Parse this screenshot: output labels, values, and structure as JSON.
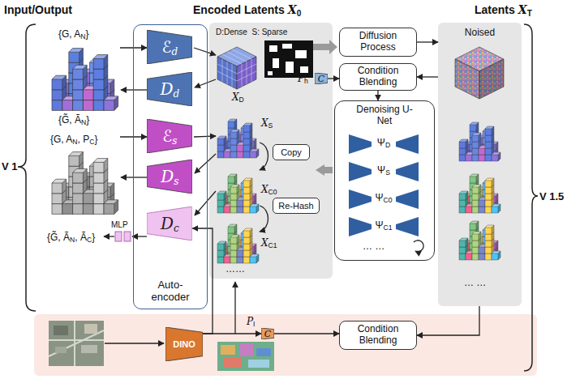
{
  "diagram": {
    "nodes": [
      {
        "text": [
          "Auto-encoder"
        ]
      },
      {
        "text": [
          "ℰ",
          "d"
        ],
        "in": 0
      },
      {
        "text": [
          "D",
          "d"
        ],
        "in": 0
      },
      {
        "text": [
          "ℰ",
          "s"
        ],
        "in": 0
      },
      {
        "text": [
          "D",
          "s"
        ],
        "in": 0
      },
      {
        "text": [
          "D",
          "c"
        ],
        "in": 0
      },
      {
        "text": [
          "Diffusion Process"
        ]
      },
      {
        "text": [
          "Condition Blending"
        ]
      },
      {
        "text": [
          "Denoising U-Net"
        ]
      },
      {
        "text": [
          "Copy"
        ]
      },
      {
        "text": [
          "Re-Hash"
        ]
      },
      {
        "text": [
          "Condition Blending"
        ]
      },
      {
        "text": [
          "DINO"
        ]
      },
      {
        "text": [
          "C"
        ]
      },
      {
        "text": [
          "C"
        ]
      },
      {
        "text": [
          "Noised"
        ]
      }
    ],
    "edges": [
      {
        "from": 6,
        "to": 15,
        "arrow": "to"
      },
      {
        "from": 15,
        "to": 7,
        "arrow": "to"
      },
      {
        "from": 13,
        "to": 7,
        "arrow": "to"
      },
      {
        "from": 7,
        "to": 8,
        "arrow": "to"
      },
      {
        "from": 12,
        "to": 14,
        "arrow": "to"
      },
      {
        "from": 12,
        "to": 5,
        "arrow": "to"
      },
      {
        "from": 14,
        "to": 11,
        "arrow": "to"
      },
      {
        "from": 15,
        "to": 11,
        "arrow": "to"
      }
    ],
    "labels": [
      "Input/Output",
      "Encoded Latents",
      "X",
      "0",
      "Latents",
      "X",
      "T",
      "D:Dense  S: Sparse",
      "{G, A",
      "N",
      "}",
      "{G̃, Ã",
      "N",
      "}",
      "{G, A",
      "N",
      ", P",
      "C",
      "}",
      "{G̃, Ã",
      "N",
      ", Ã",
      "C",
      "}",
      "MLP",
      "X",
      "D",
      "X",
      "S",
      "X",
      "C0",
      "X",
      "C1",
      "P",
      "h",
      "Ψ",
      "D",
      "Ψ",
      "S",
      "Ψ",
      "C0",
      "Ψ",
      "C1",
      "… …",
      "……",
      "… …",
      "P",
      "I",
      "V 1",
      "V 1.5"
    ]
  }
}
